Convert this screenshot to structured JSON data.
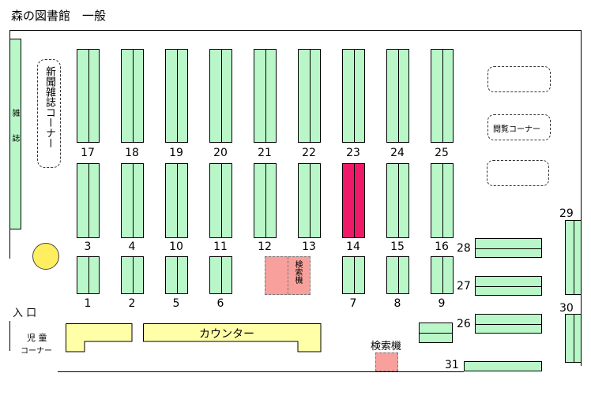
{
  "title": "森の図書館　一般",
  "shelf_rows": {
    "top": [
      "17",
      "18",
      "19",
      "20",
      "21",
      "22",
      "23",
      "24",
      "25"
    ],
    "middle": [
      "3",
      "4",
      "10",
      "11",
      "12",
      "13",
      "14",
      "15",
      "16"
    ],
    "bottom": [
      "1",
      "2",
      "5",
      "6",
      "7",
      "8",
      "9"
    ]
  },
  "right_shelves": [
    "28",
    "27",
    "26",
    "31",
    "29",
    "30"
  ],
  "magazine_label": "雑誌",
  "newspaper_corner": "新聞雑誌コーナー",
  "reading_corner": "閲覧コーナー",
  "search_kiosk_label": "検索機",
  "search_kiosk_text": "検索機",
  "entrance": "入 口",
  "children_corner": [
    "児 童",
    "コーナー"
  ],
  "counter": "カウンター",
  "colors": {
    "shelf": "#b9f7c9",
    "highlight": "#f01868",
    "kiosk": "#f7a09c",
    "counter": "#ffffa8",
    "pillar": "#ffef60"
  }
}
